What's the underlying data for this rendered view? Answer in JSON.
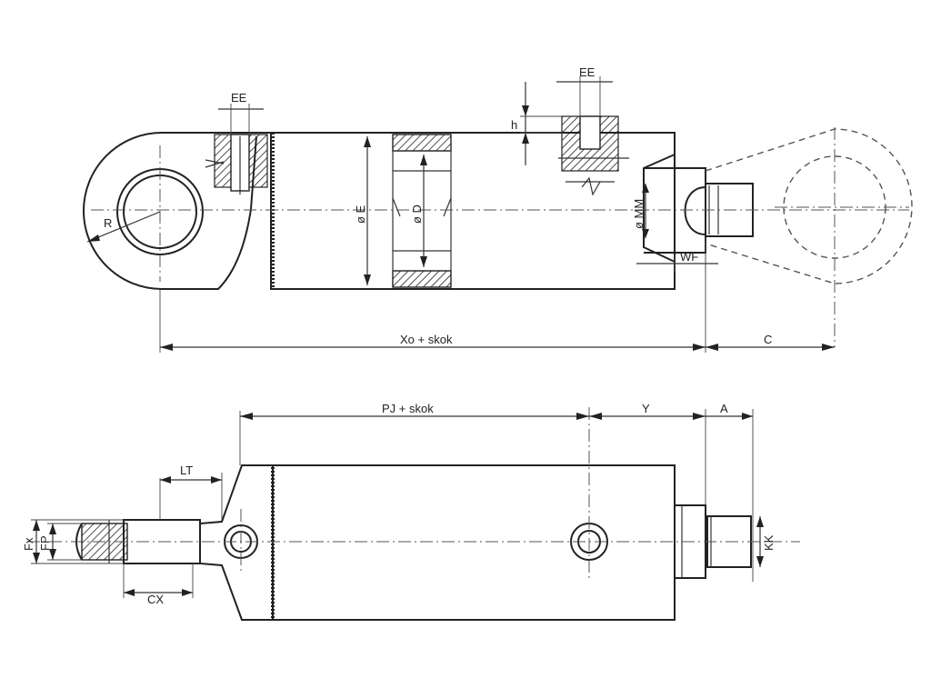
{
  "labels": {
    "ee_left": "EE",
    "ee_right": "EE",
    "h": "h",
    "r": "R",
    "phi_e": "ø E",
    "phi_d": "ø D",
    "phi_mm": "ø MM",
    "wf": "WF",
    "xo_skok": "Xo + skok",
    "c": "C",
    "pj_skok": "PJ + skok",
    "y": "Y",
    "a": "A",
    "lt": "LT",
    "fx": "Fx",
    "fp": "FP",
    "cx": "CX",
    "kk": "KK"
  }
}
